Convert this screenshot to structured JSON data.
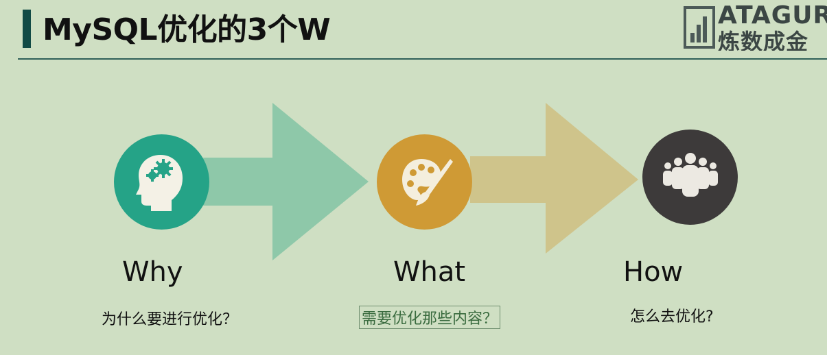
{
  "header": {
    "title": "MySQL优化的3个W",
    "logo_text_top": "ATAGURU",
    "logo_text_bottom": "炼数成金"
  },
  "steps": [
    {
      "name": "Why",
      "question": "为什么要进行优化？",
      "icon": "head-gears-icon",
      "color": "#25a387"
    },
    {
      "name": "What",
      "question": "需要优化那些内容？",
      "icon": "palette-brush-icon",
      "color": "#cf9a35"
    },
    {
      "name": "How",
      "question": "怎么去优化?",
      "icon": "people-group-icon",
      "color": "#3d3a3a"
    }
  ],
  "colors": {
    "background": "#cfdfc3",
    "arrow1": "#8ec8a9",
    "arrow2": "#cfc48b",
    "title_bar": "#114a45"
  }
}
